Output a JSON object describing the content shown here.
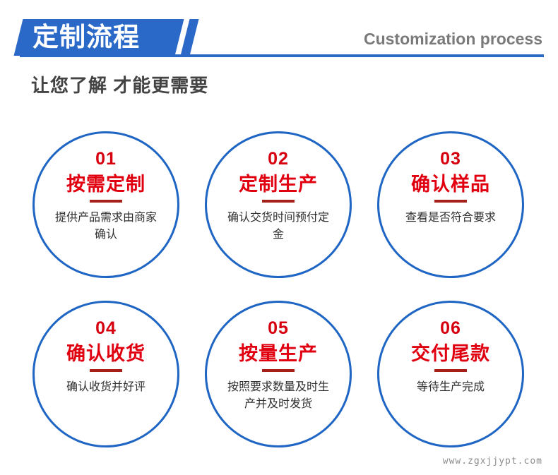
{
  "header": {
    "title_cn": "定制流程",
    "title_en": "Customization process",
    "banner_color": "#2b69c9",
    "rule_color": "#2b69c9",
    "en_color": "#7a7a7a"
  },
  "subtitle": "让您了解  才能更需要",
  "theme": {
    "circle_stroke": "#1f66c4",
    "number_color": "#d6000f",
    "title_color": "#e00010",
    "divider_color": "#a61f18",
    "desc_color": "#2f2f2f",
    "background": "#ffffff"
  },
  "steps": [
    {
      "num": "01",
      "title": "按需定制",
      "desc": "提供产品需求由商家确认"
    },
    {
      "num": "02",
      "title": "定制生产",
      "desc": "确认交货时间预付定金"
    },
    {
      "num": "03",
      "title": "确认样品",
      "desc": "查看是否符合要求"
    },
    {
      "num": "04",
      "title": "确认收货",
      "desc": "确认收货并好评"
    },
    {
      "num": "05",
      "title": "按量生产",
      "desc": "按照要求数量及时生产并及时发货"
    },
    {
      "num": "06",
      "title": "交付尾款",
      "desc": "等待生产完成"
    }
  ],
  "watermark": "www.zgxjjypt.com"
}
